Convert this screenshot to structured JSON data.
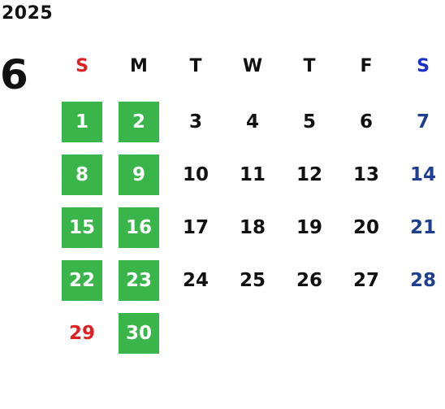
{
  "year": "2025",
  "month": "6",
  "weekdays": [
    {
      "label": "S",
      "color": "#e02020"
    },
    {
      "label": "M",
      "color": "#111111"
    },
    {
      "label": "T",
      "color": "#111111"
    },
    {
      "label": "W",
      "color": "#111111"
    },
    {
      "label": "T",
      "color": "#111111"
    },
    {
      "label": "F",
      "color": "#111111"
    },
    {
      "label": "S",
      "color": "#1a2fd0"
    }
  ],
  "colors": {
    "highlight": "#39b54a",
    "highlight_text": "#ffffff",
    "sunday": "#e02020",
    "saturday_date": "#1e3f8f",
    "default": "#111111"
  },
  "weeks": [
    [
      {
        "day": "1",
        "highlight": true
      },
      {
        "day": "2",
        "highlight": true
      },
      {
        "day": "3"
      },
      {
        "day": "4"
      },
      {
        "day": "5"
      },
      {
        "day": "6"
      },
      {
        "day": "7"
      }
    ],
    [
      {
        "day": "8",
        "highlight": true
      },
      {
        "day": "9",
        "highlight": true
      },
      {
        "day": "10"
      },
      {
        "day": "11"
      },
      {
        "day": "12"
      },
      {
        "day": "13"
      },
      {
        "day": "14"
      }
    ],
    [
      {
        "day": "15",
        "highlight": true
      },
      {
        "day": "16",
        "highlight": true
      },
      {
        "day": "17"
      },
      {
        "day": "18"
      },
      {
        "day": "19"
      },
      {
        "day": "20"
      },
      {
        "day": "21"
      }
    ],
    [
      {
        "day": "22",
        "highlight": true
      },
      {
        "day": "23",
        "highlight": true
      },
      {
        "day": "24"
      },
      {
        "day": "25"
      },
      {
        "day": "26"
      },
      {
        "day": "27"
      },
      {
        "day": "28"
      }
    ],
    [
      {
        "day": "29"
      },
      {
        "day": "30",
        "highlight": true
      },
      null,
      null,
      null,
      null,
      null
    ]
  ]
}
